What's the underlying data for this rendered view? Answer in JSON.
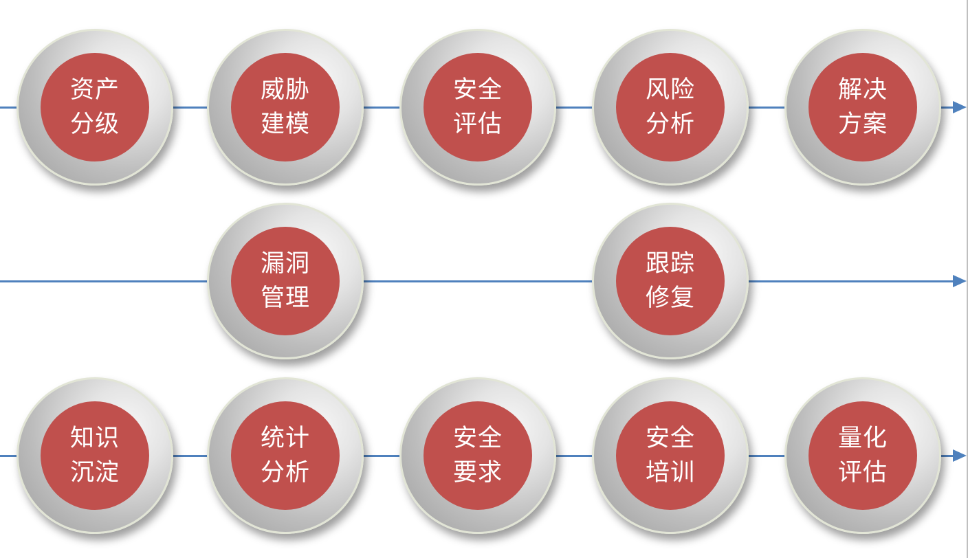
{
  "colors": {
    "connector": "#4f81bd",
    "core": "#c0504d",
    "label": "#ffffff"
  },
  "rows": [
    {
      "steps": [
        {
          "line1": "资产",
          "line2": "分级"
        },
        {
          "line1": "威胁",
          "line2": "建模"
        },
        {
          "line1": "安全",
          "line2": "评估"
        },
        {
          "line1": "风险",
          "line2": "分析"
        },
        {
          "line1": "解决",
          "line2": "方案"
        }
      ]
    },
    {
      "steps": [
        {
          "line1": "漏洞",
          "line2": "管理"
        },
        {
          "line1": "跟踪",
          "line2": "修复"
        }
      ]
    },
    {
      "steps": [
        {
          "line1": "知识",
          "line2": "沉淀"
        },
        {
          "line1": "统计",
          "line2": "分析"
        },
        {
          "line1": "安全",
          "line2": "要求"
        },
        {
          "line1": "安全",
          "line2": "培训"
        },
        {
          "line1": "量化",
          "line2": "评估"
        }
      ]
    }
  ]
}
